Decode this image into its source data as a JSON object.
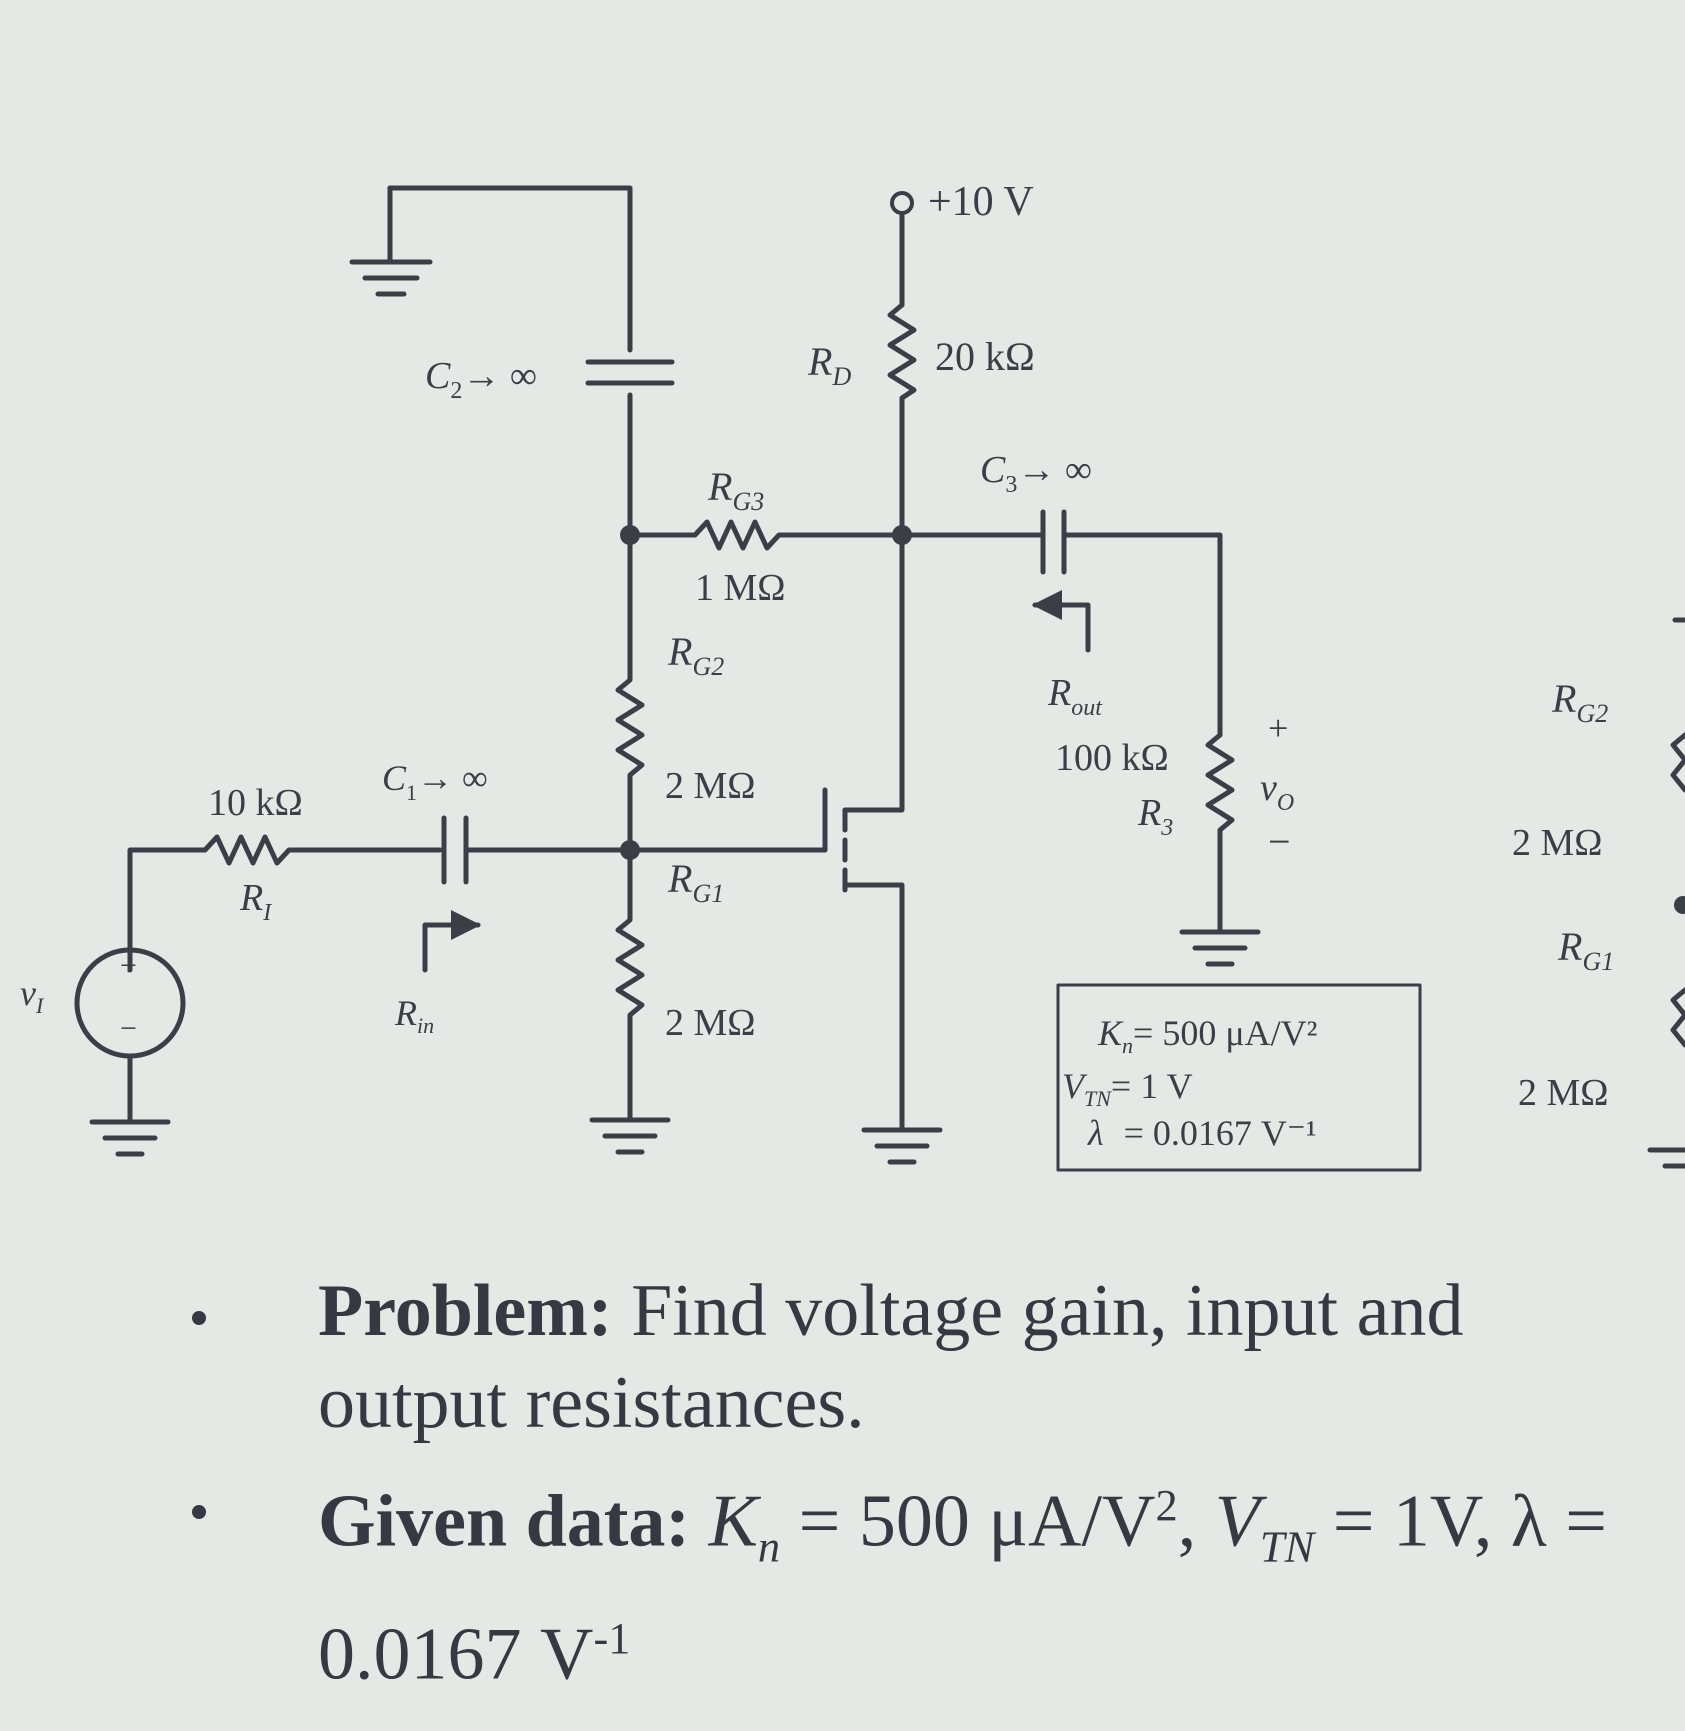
{
  "circuit": {
    "supply_label": "+10 V",
    "rd": {
      "name": "R",
      "sub": "D",
      "value": "20 kΩ"
    },
    "c2": {
      "name": "C",
      "sub": "2",
      "arrow": "→ ∞"
    },
    "c3": {
      "name": "C",
      "sub": "3",
      "arrow": "→ ∞"
    },
    "c1": {
      "name": "C",
      "sub": "1",
      "arrow": "→ ∞"
    },
    "rg3": {
      "name": "R",
      "sub": "G3",
      "value": "1 MΩ"
    },
    "rg2": {
      "name": "R",
      "sub": "G2",
      "value": "2 MΩ"
    },
    "rg1": {
      "name": "R",
      "sub": "G1",
      "value": "2 MΩ"
    },
    "ri": {
      "name": "R",
      "sub": "I",
      "value": "10 kΩ"
    },
    "r3": {
      "name": "R",
      "sub": "3",
      "value": "100 kΩ"
    },
    "rin": {
      "name": "R",
      "sub": "in"
    },
    "rout": {
      "name": "R",
      "sub": "out"
    },
    "vi": {
      "name": "v",
      "sub": "I"
    },
    "vo": {
      "name": "v",
      "sub": "O",
      "plus": "+",
      "minus": "−"
    },
    "source_plus": "+",
    "source_minus": "−",
    "param_box": {
      "line1_name": "K",
      "line1_sub": "n",
      "line1_value": "= 500 μA/V²",
      "line2_name": "V",
      "line2_sub": "TN",
      "line2_value": "= 1 V",
      "line3_name": "λ",
      "line3_value": "= 0.0167 V⁻¹"
    }
  },
  "side_fragment": {
    "rg2_name": "R",
    "rg2_sub": "G2",
    "rg2_value": "2 MΩ",
    "rg1_name": "R",
    "rg1_sub": "G1",
    "rg1_value": "2 MΩ"
  },
  "bullets": {
    "problem_head": "Problem:",
    "problem_text": " Find voltage gain, input and output resistances.",
    "given_head": "Given data:",
    "given_kn": "K",
    "given_kn_sub": "n",
    "given_kn_val": " = 500 μA/V",
    "given_kn_sup": "2",
    "given_sep": ", ",
    "given_vtn": "V",
    "given_vtn_sub": "TN",
    "given_vtn_val": " = 1V, λ = 0.0167 V",
    "given_vtn_sup": "-1"
  }
}
